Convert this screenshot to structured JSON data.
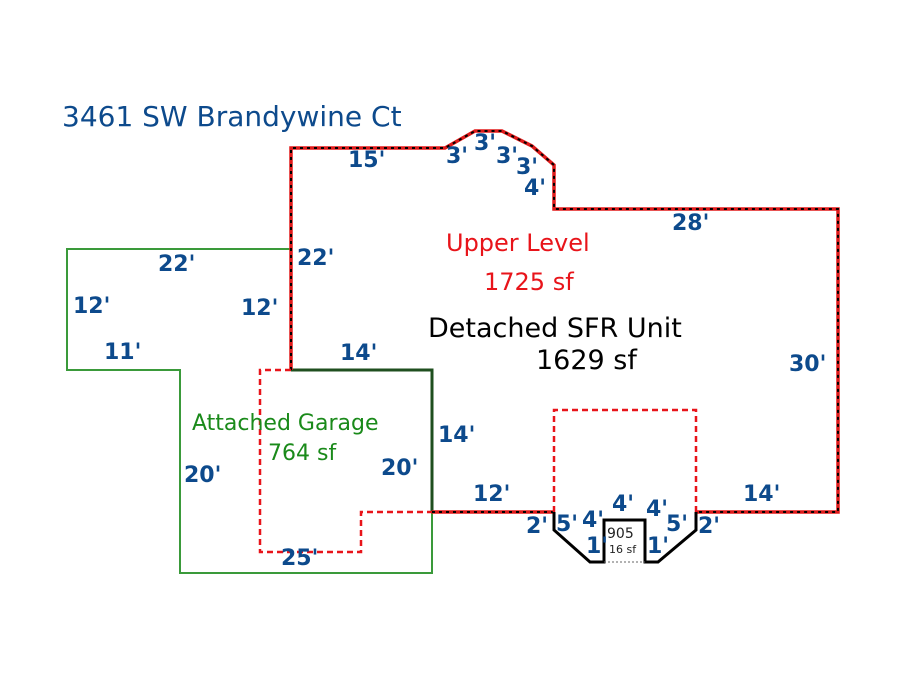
{
  "title": "3461 SW Brandywine Ct",
  "areas": {
    "upper_level": {
      "name": "Upper Level",
      "area": "1725 sf",
      "color": "#e8141a"
    },
    "detached_sfr": {
      "name": "Detached SFR Unit",
      "area": "1629 sf",
      "color": "#000000"
    },
    "attached_garage": {
      "name": "Attached Garage",
      "area": "764 sf",
      "color": "#1a8a1a"
    },
    "bay": {
      "name": "905",
      "area": "16 sf"
    }
  },
  "dimensions": {
    "top_left": "15'",
    "curve_1": "3'",
    "curve_2": "3'",
    "curve_3": "3'",
    "curve_4": "3'",
    "curve_5": "4'",
    "top_right": "28'",
    "right": "30'",
    "bottom_right": "14'",
    "bay_right_2": "2'",
    "bay_right_5": "5'",
    "bay_right_4": "4'",
    "bay_right_1": "1'",
    "bay_left_4_top": "4'",
    "bay_left_4": "4'",
    "bay_left_5": "5'",
    "bay_left_2": "2'",
    "bay_left_1": "1'",
    "bottom_mid": "12'",
    "inner_right": "14'",
    "inner_top": "14'",
    "left_upper": "22'",
    "garage_top": "22'",
    "garage_left_upper": "12'",
    "garage_inner": "12'",
    "garage_step": "11'",
    "garage_left": "20'",
    "garage_right": "20'",
    "garage_bottom": "25'"
  }
}
